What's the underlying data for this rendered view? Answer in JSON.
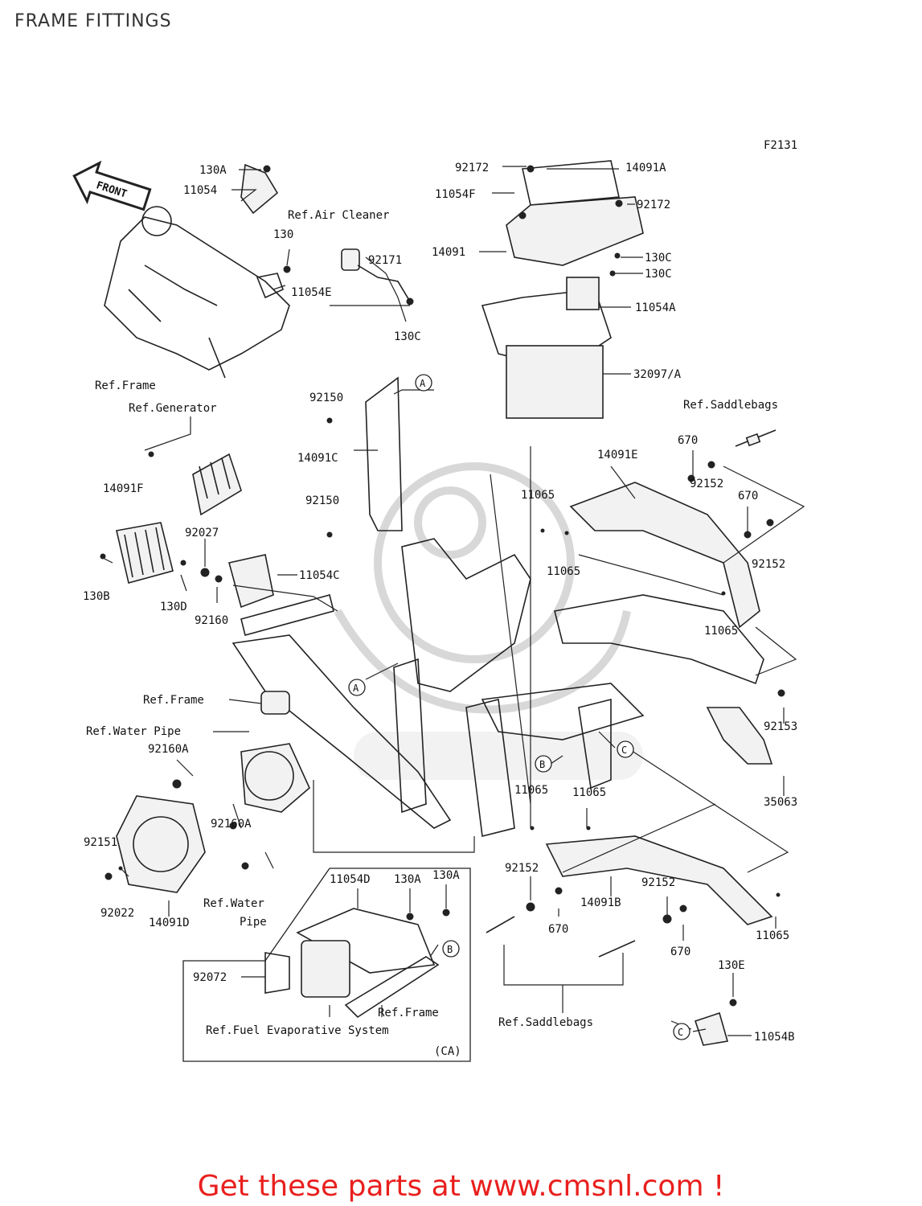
{
  "title": "FRAME FITTINGS",
  "figure_code": "F2131",
  "front_label": "FRONT",
  "promo_text": "Get these parts at www.cmsnl.com !",
  "parts": [
    {
      "num": "130A"
    },
    {
      "num": "11054"
    },
    {
      "num": "130"
    },
    {
      "num": "11054E"
    },
    {
      "num": "92171"
    },
    {
      "num": "130C"
    },
    {
      "num": "92172"
    },
    {
      "num": "14091A"
    },
    {
      "num": "11054F"
    },
    {
      "num": "14091"
    },
    {
      "num": "11054A"
    },
    {
      "num": "32097/A"
    },
    {
      "num": "92150"
    },
    {
      "num": "14091C"
    },
    {
      "num": "14091F"
    },
    {
      "num": "92027"
    },
    {
      "num": "11054C"
    },
    {
      "num": "130B"
    },
    {
      "num": "130D"
    },
    {
      "num": "92160"
    },
    {
      "num": "14091E"
    },
    {
      "num": "670"
    },
    {
      "num": "92152"
    },
    {
      "num": "11065"
    },
    {
      "num": "92153"
    },
    {
      "num": "35063"
    },
    {
      "num": "92160A"
    },
    {
      "num": "92151"
    },
    {
      "num": "92022"
    },
    {
      "num": "14091D"
    },
    {
      "num": "11054D"
    },
    {
      "num": "92072"
    },
    {
      "num": "14091B"
    },
    {
      "num": "130E"
    },
    {
      "num": "11054B"
    }
  ],
  "references": {
    "air_cleaner": "Ref.Air Cleaner",
    "frame": "Ref.Frame",
    "generator": "Ref.Generator",
    "saddlebags": "Ref.Saddlebags",
    "water_pipe": "Ref.Water Pipe",
    "water_pipe_line1": "Ref.Water",
    "water_pipe_line2": "Pipe",
    "fuel_evap": "Ref.Fuel Evaporative System",
    "ca": "(CA)"
  },
  "callouts": {
    "a": "A",
    "b": "B",
    "c": "C"
  }
}
